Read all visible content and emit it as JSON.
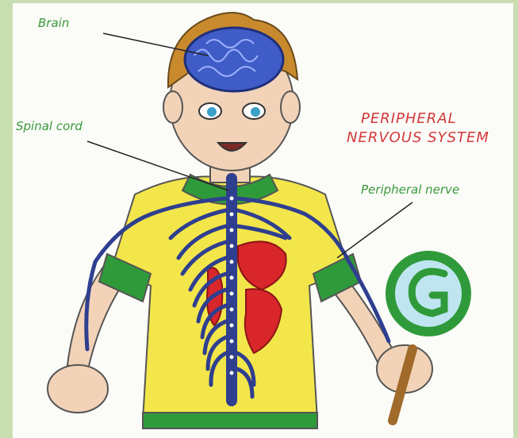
{
  "diagram": {
    "title_line1": "PERIPHERAL",
    "title_line2": "NERVOUS SYSTEM",
    "labels": {
      "brain": "Brain",
      "spinal_cord": "Spinal cord",
      "peripheral_nerve": "Peripheral nerve"
    },
    "colors": {
      "label_green": "#3a9a3a",
      "title_red": "#d23a3a",
      "brain_blue": "#3f5cc7",
      "nerve_blue": "#2f3f8f",
      "shirt_yellow": "#f3e64a",
      "shirt_green": "#2f9a3a",
      "organ_red": "#d8262b",
      "hair_orange": "#c98a2e",
      "skin": "#f2d3b8"
    }
  }
}
